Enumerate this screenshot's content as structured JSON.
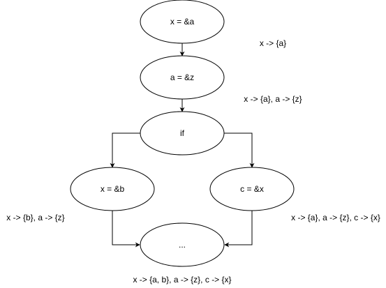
{
  "colors": {
    "stroke": "#000000",
    "fill": "#ffffff",
    "text": "#000000"
  },
  "nodes": [
    {
      "id": "n1",
      "label": "x = &a"
    },
    {
      "id": "n2",
      "label": "a = &z"
    },
    {
      "id": "n3",
      "label": "if"
    },
    {
      "id": "n4",
      "label": "x = &b"
    },
    {
      "id": "n5",
      "label": "c = &x"
    },
    {
      "id": "n6",
      "label": "..."
    }
  ],
  "annotations": [
    {
      "id": "a1",
      "text": "x -> {a}"
    },
    {
      "id": "a2",
      "text": "x -> {a}, a -> {z}"
    },
    {
      "id": "a3",
      "text": "x -> {b}, a -> {z}"
    },
    {
      "id": "a4",
      "text": "x -> {a}, a -> {z}, c -> {x}"
    },
    {
      "id": "a5",
      "text": "x -> {a, b}, a -> {z}, c -> {x}"
    }
  ],
  "edges": [
    {
      "from": "n1",
      "to": "n2"
    },
    {
      "from": "n2",
      "to": "n3"
    },
    {
      "from": "n3",
      "to": "n4"
    },
    {
      "from": "n3",
      "to": "n5"
    },
    {
      "from": "n4",
      "to": "n6"
    },
    {
      "from": "n5",
      "to": "n6"
    }
  ]
}
